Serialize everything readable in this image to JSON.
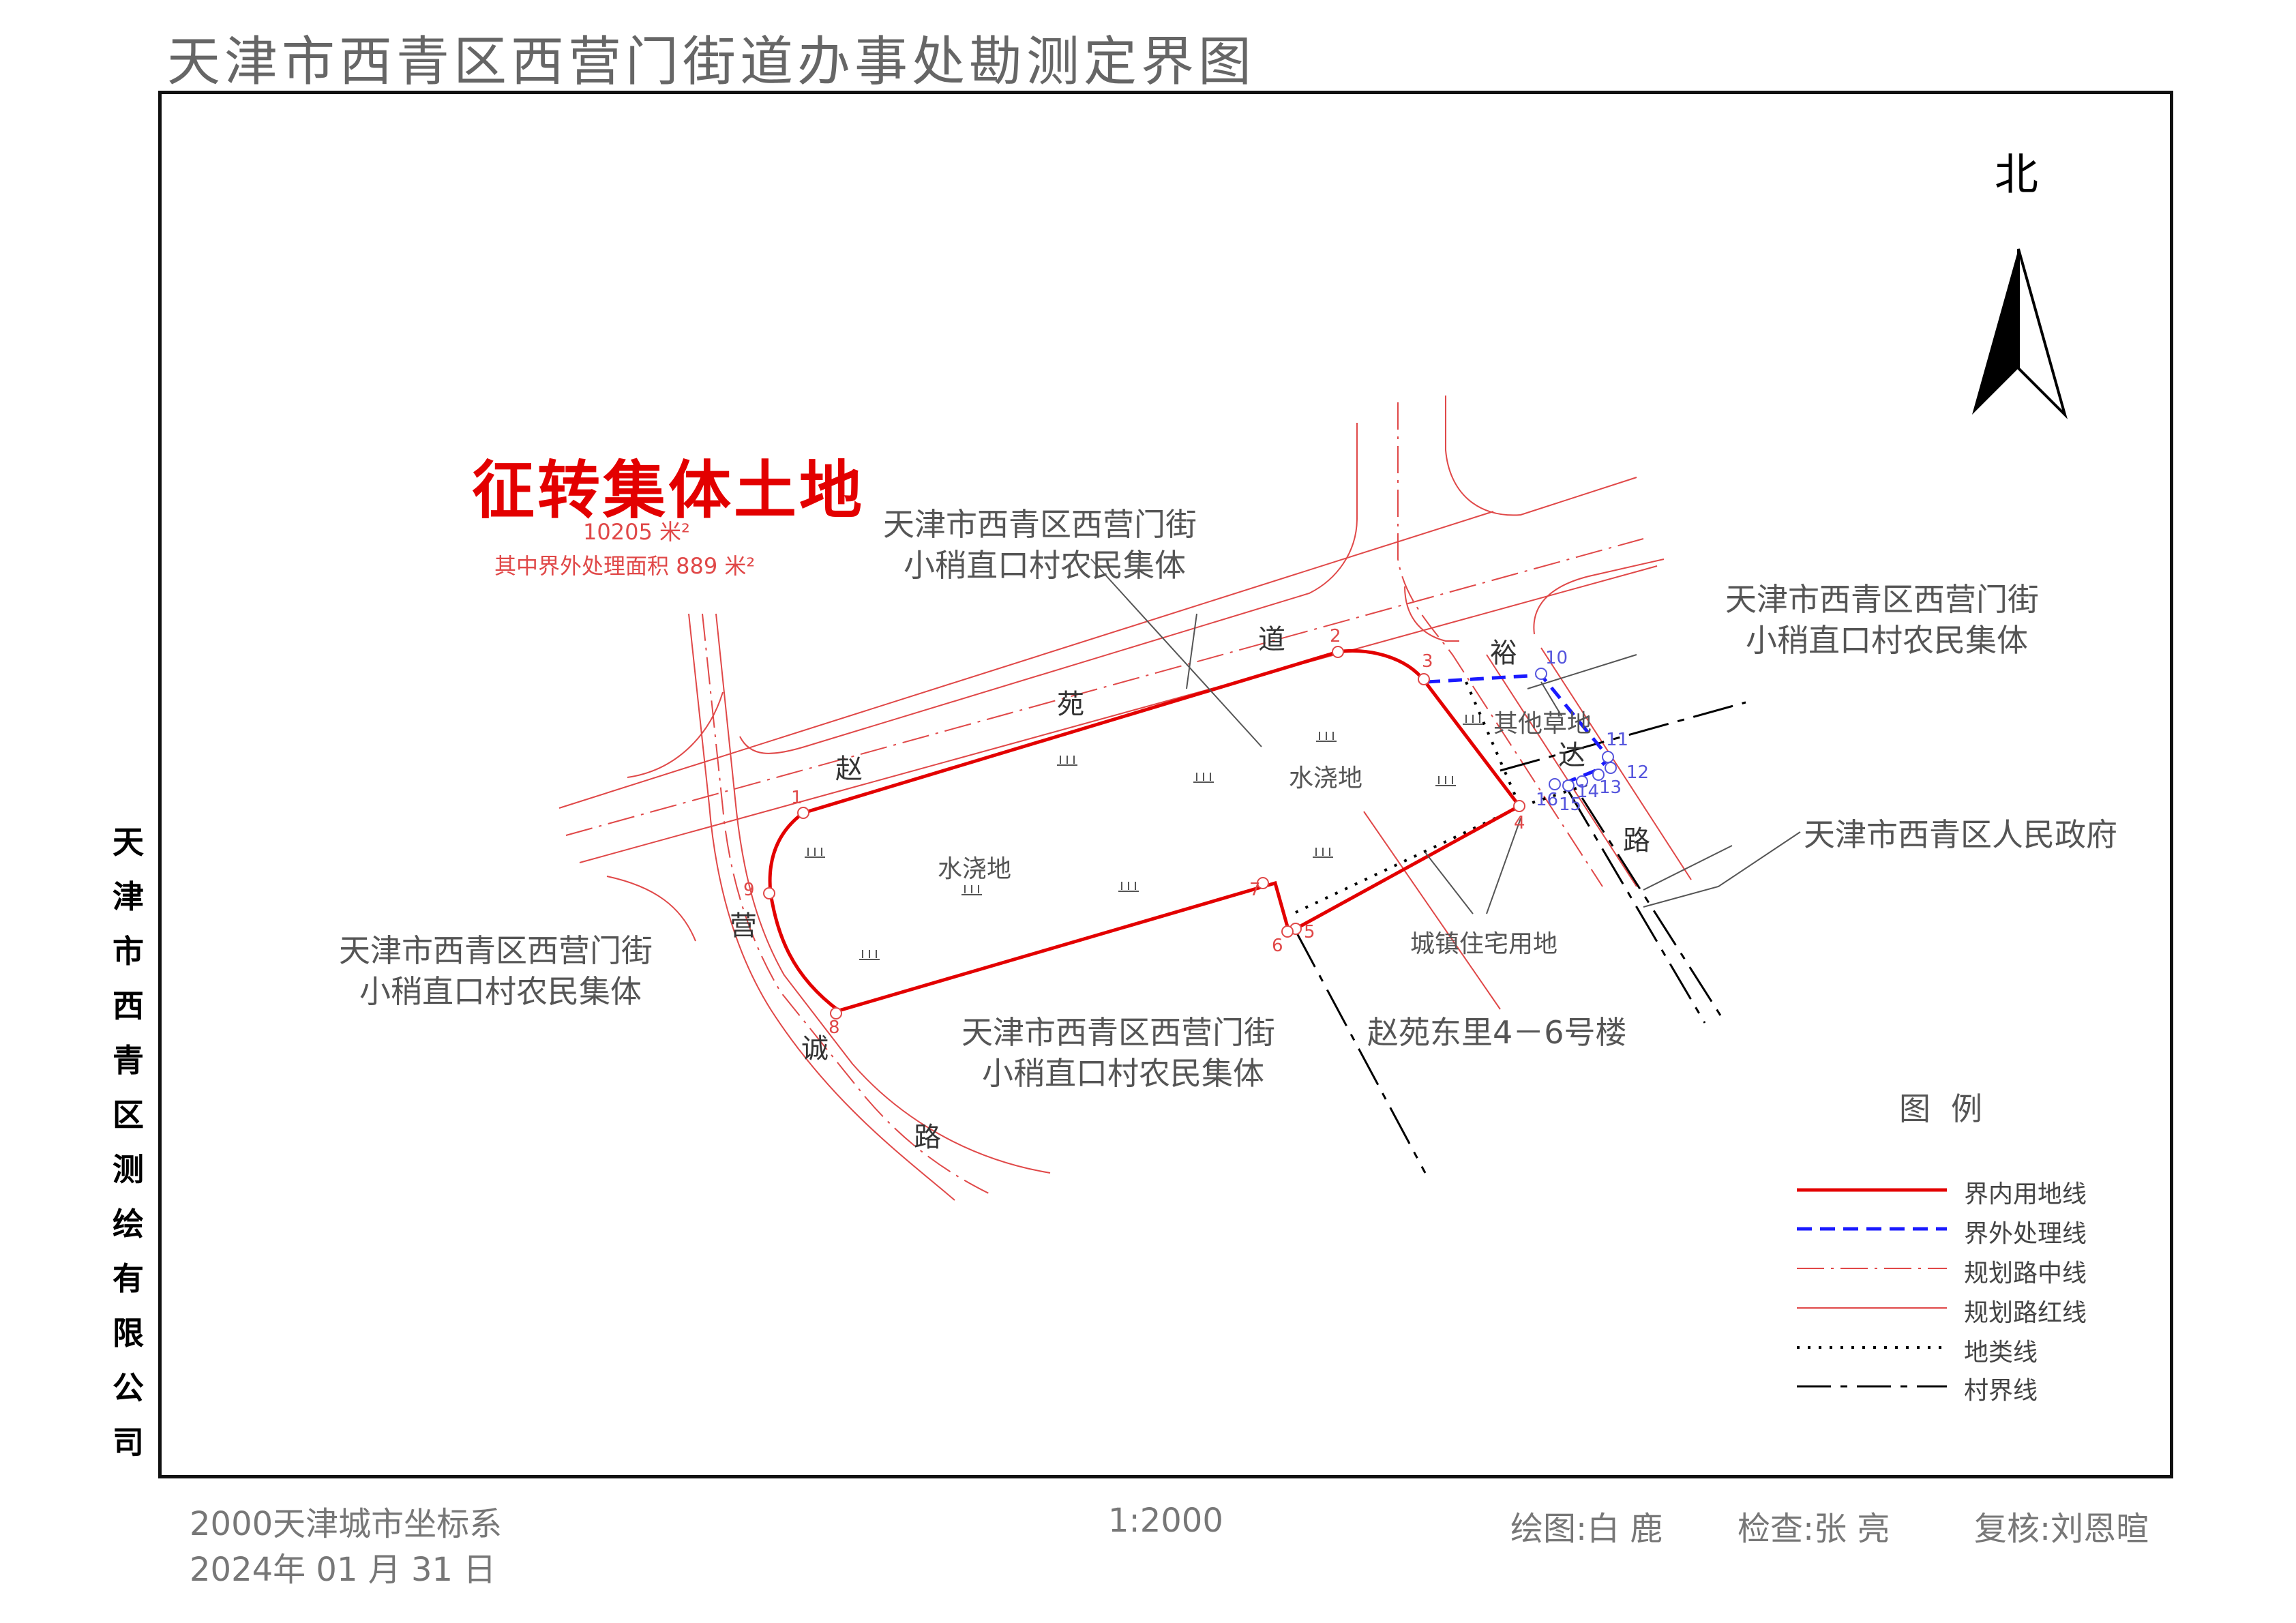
{
  "title": "天津市西青区西营门街道办事处勘测定界图",
  "company_vertical": "天津市西青区测绘有限公司",
  "north_label": "北",
  "parcel": {
    "heading": "征转集体土地",
    "area": "10205 米²",
    "outside_area": "其中界外处理面积 889 米²"
  },
  "labels": {
    "north_collective_1": "天津市西青区西营门街",
    "north_collective_2": "小稍直口村农民集体",
    "ne_collective_1": "天津市西青区西营门街",
    "ne_collective_2": "小稍直口村农民集体",
    "west_collective_1": "天津市西青区西营门街",
    "west_collective_2": "小稍直口村农民集体",
    "south_collective_1": "天津市西青区西营门街",
    "south_collective_2": "小稍直口村农民集体",
    "government": "天津市西青区人民政府",
    "irrigated_1": "水浇地",
    "irrigated_2": "水浇地",
    "other_grass": "其他草地",
    "urban_residential": "城镇住宅用地",
    "building": "赵苑东里4－6号楼"
  },
  "roads": {
    "zhao": "赵",
    "yuan": "苑",
    "dao": "道",
    "yu": "裕",
    "da": "达",
    "lu1": "路",
    "ying": "营",
    "cheng": "诚",
    "lu2": "路"
  },
  "points_red": [
    "1",
    "2",
    "3",
    "4",
    "5",
    "6",
    "7",
    "8",
    "9"
  ],
  "points_blue": [
    "10",
    "11",
    "12",
    "13",
    "14",
    "15",
    "16"
  ],
  "legend": {
    "title": "图例",
    "items": [
      {
        "label": "界内用地线",
        "color": "#e30000",
        "style": "solid-thick"
      },
      {
        "label": "界外处理线",
        "color": "#1a1aff",
        "style": "dashed"
      },
      {
        "label": "规划路中线",
        "color": "#e04848",
        "style": "dash-dot-thin"
      },
      {
        "label": "规划路红线",
        "color": "#e04848",
        "style": "solid-thin"
      },
      {
        "label": "地类线",
        "color": "#000000",
        "style": "dotted"
      },
      {
        "label": "村界线",
        "color": "#000000",
        "style": "long-dash"
      }
    ]
  },
  "footer": {
    "coord_system": "2000天津城市坐标系",
    "date": "2024年 01 月 31 日",
    "scale": "1:2000",
    "drawer": "绘图:白  鹿",
    "checker": "检查:张  亮",
    "reviewer": "复核:刘恩暄"
  },
  "colors": {
    "red_line": "#e30000",
    "blue_line": "#1a1aff",
    "road_red": "#e04848"
  }
}
